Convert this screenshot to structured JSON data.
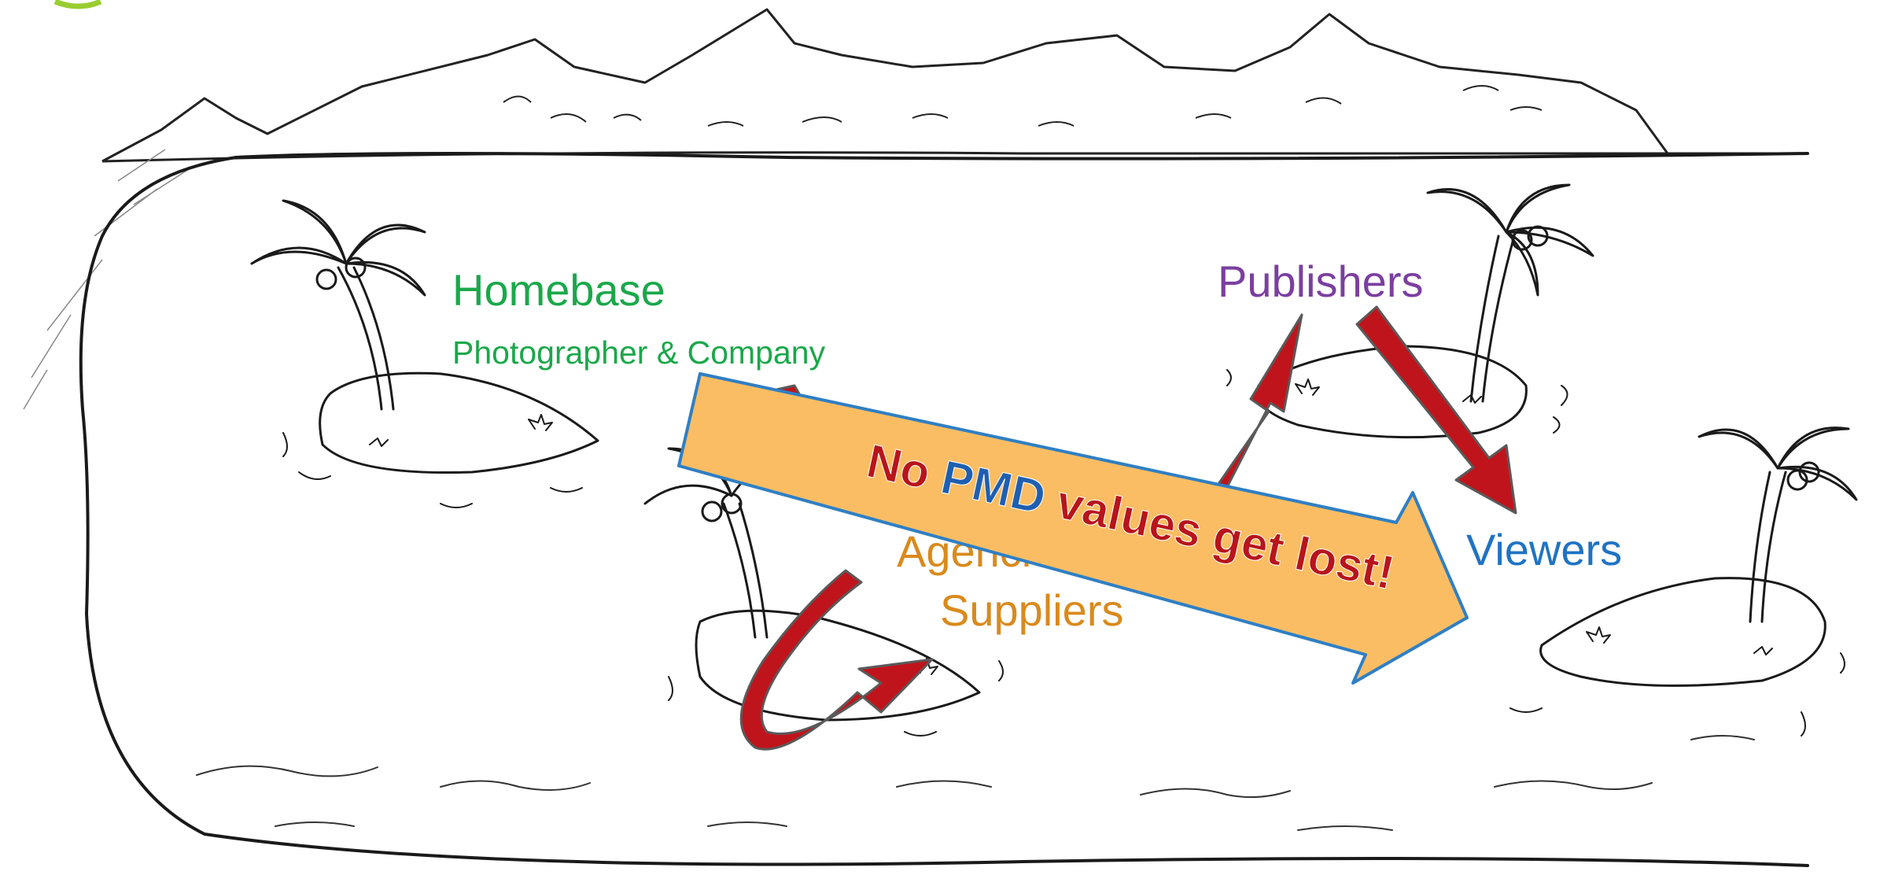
{
  "labels": {
    "homebase": "Homebase",
    "homebase_sub": "Photographer & Company",
    "publishers": "Publishers",
    "viewers": "Viewers",
    "agencies": "Agencies",
    "suppliers": "Suppliers"
  },
  "banner": {
    "part1": "No ",
    "part2": "PMD",
    "part3": " values get lost!"
  },
  "colors": {
    "homebase": "#1aa84a",
    "publishers": "#7b3fa0",
    "viewers": "#1f73c4",
    "agencies": "#d98a1c",
    "banner_fill": "#fbbd63",
    "banner_stroke": "#2f7fc4",
    "banner_text_red": "#b8141c",
    "banner_text_blue": "#1f5fb0",
    "arrow_fill": "#c0141c",
    "arrow_stroke": "#5a5a5a",
    "corner_accent": "#9acd32"
  }
}
